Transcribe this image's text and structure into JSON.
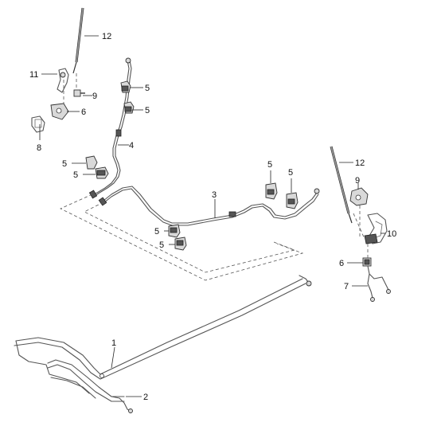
{
  "diagram": {
    "callouts": {
      "c1": "1",
      "c2": "2",
      "c3": "3",
      "c4": "4",
      "c5a": "5",
      "c5b": "5",
      "c5c": "5",
      "c5d": "5",
      "c5e": "5",
      "c5f": "5",
      "c5g": "5",
      "c5h": "5",
      "c6a": "6",
      "c6b": "6",
      "c7": "7",
      "c8": "8",
      "c9a": "9",
      "c9b": "9",
      "c10": "10",
      "c11": "11",
      "c12a": "12",
      "c12b": "12"
    },
    "colors": {
      "line": "#555555",
      "callout_text": "#111111",
      "part_fill": "#d9d9d9",
      "background": "#ffffff"
    }
  }
}
